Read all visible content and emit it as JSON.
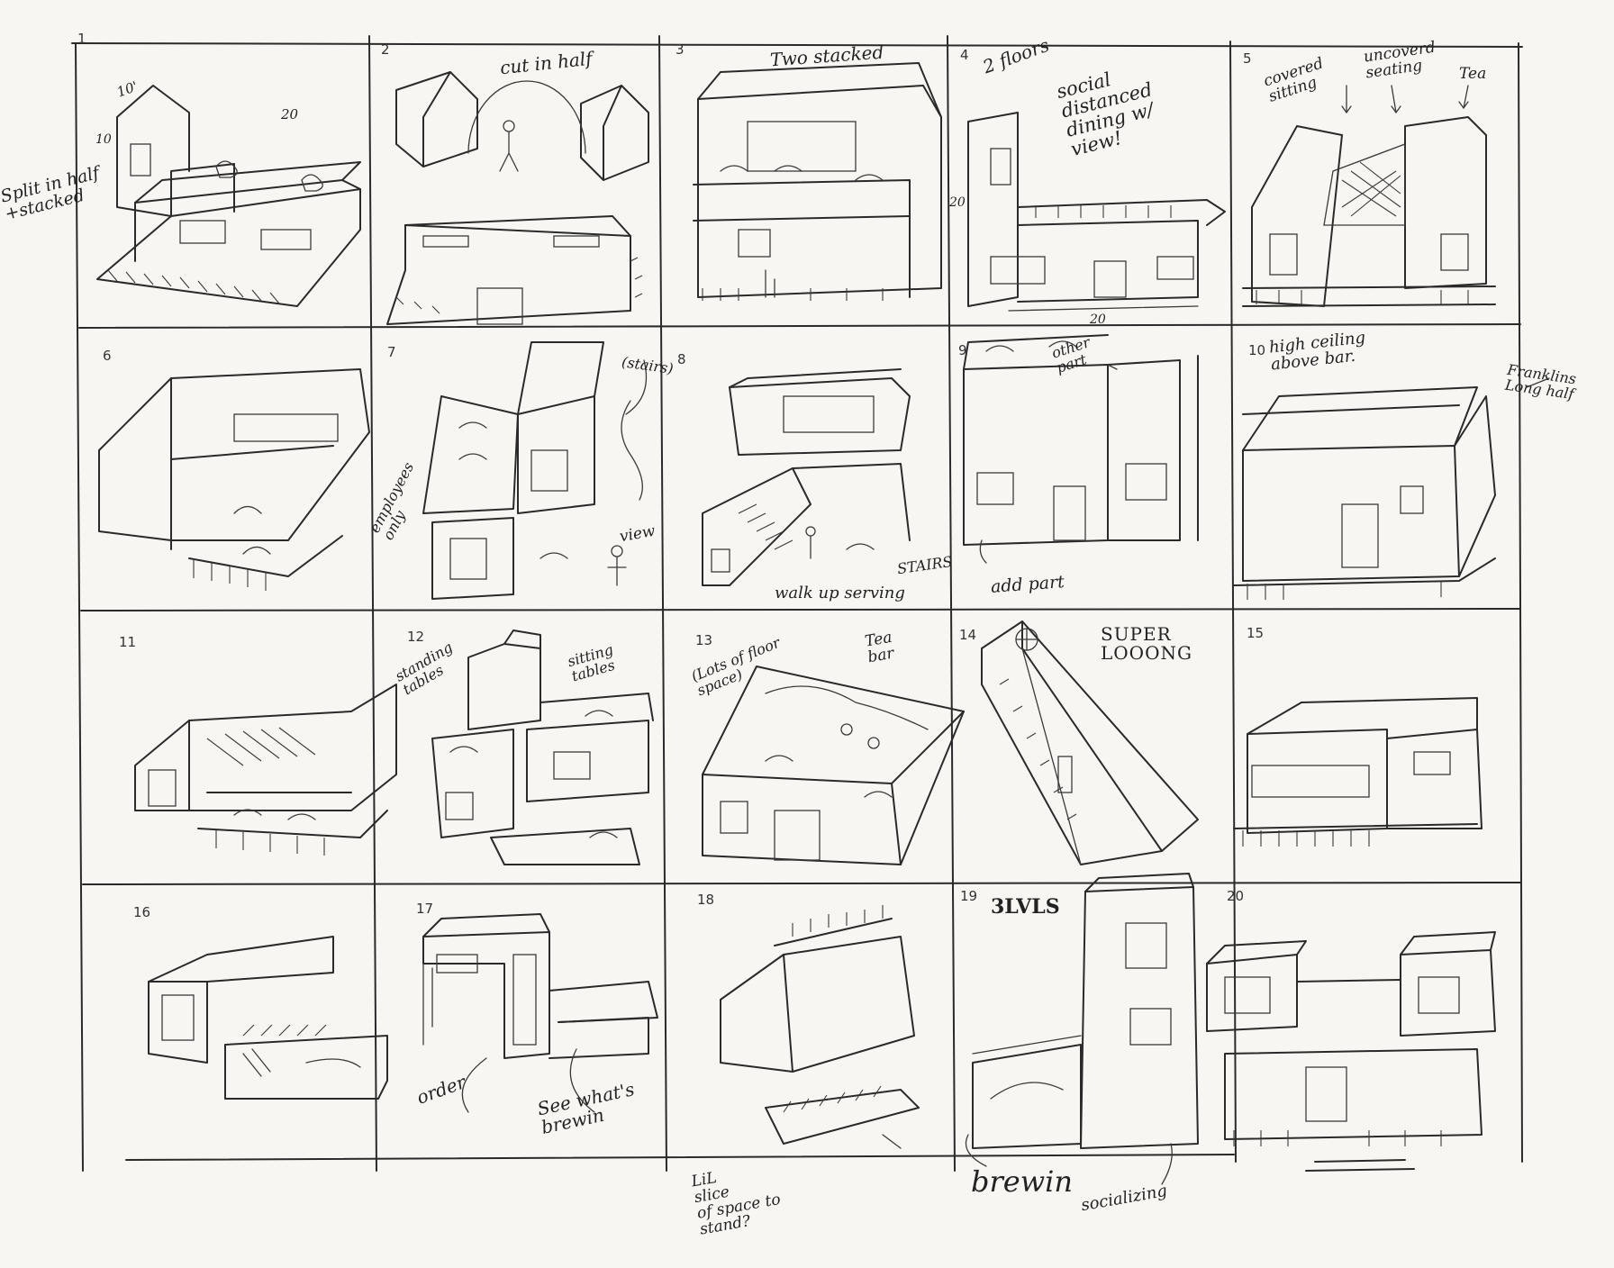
{
  "panel_numbers": [
    "1",
    "2",
    "3",
    "4",
    "5",
    "6",
    "7",
    "8",
    "9",
    "10",
    "11",
    "12",
    "13",
    "14",
    "15",
    "16",
    "17",
    "18",
    "19",
    "20"
  ],
  "annotations": {
    "p1_dim_top": "10'",
    "p1_dim_long": "20",
    "p1_dim_side": "10",
    "p1_note": "Split in half\n+stacked",
    "p2_note": "cut in half",
    "p3_note": "Two stacked",
    "p4_floors": "2 floors",
    "p4_note": "social\ndistanced\ndining w/\nview!",
    "p4_dim_side": "20",
    "p4_dim_bottom": "20",
    "p5_covered": "covered\nsitting",
    "p5_uncovered": "uncoverd\nseating",
    "p5_tea": "Tea",
    "p7_stairs": "(stairs)",
    "p7_employees": "employees\nonly",
    "p7_view": "view",
    "p8_walkup": "walk up serving",
    "p8_stairs": "STAIRS",
    "p9_other": "other\npart",
    "p9_add": "add part",
    "p10_note": "high ceiling\nabove bar.",
    "p10_side": "Franklins\nLong half",
    "p12_standing": "standing\ntables",
    "p12_sitting": "sitting\ntables",
    "p13_floor": "(Lots of floor\nspace)",
    "p13_tea": "Tea\nbar",
    "p14_note": "SUPER\nLOOONG",
    "p17_order": "order",
    "p17_see": "See what's\nbrewin",
    "p18_note": "LiL\nslice\nof space to\nstand?",
    "p19_lvls": "3LVLS",
    "p19_brewin": "brewin",
    "p19_social": "socializing"
  },
  "colors": {
    "paper": "#f7f6f2",
    "ink": "#2a2a2a"
  }
}
